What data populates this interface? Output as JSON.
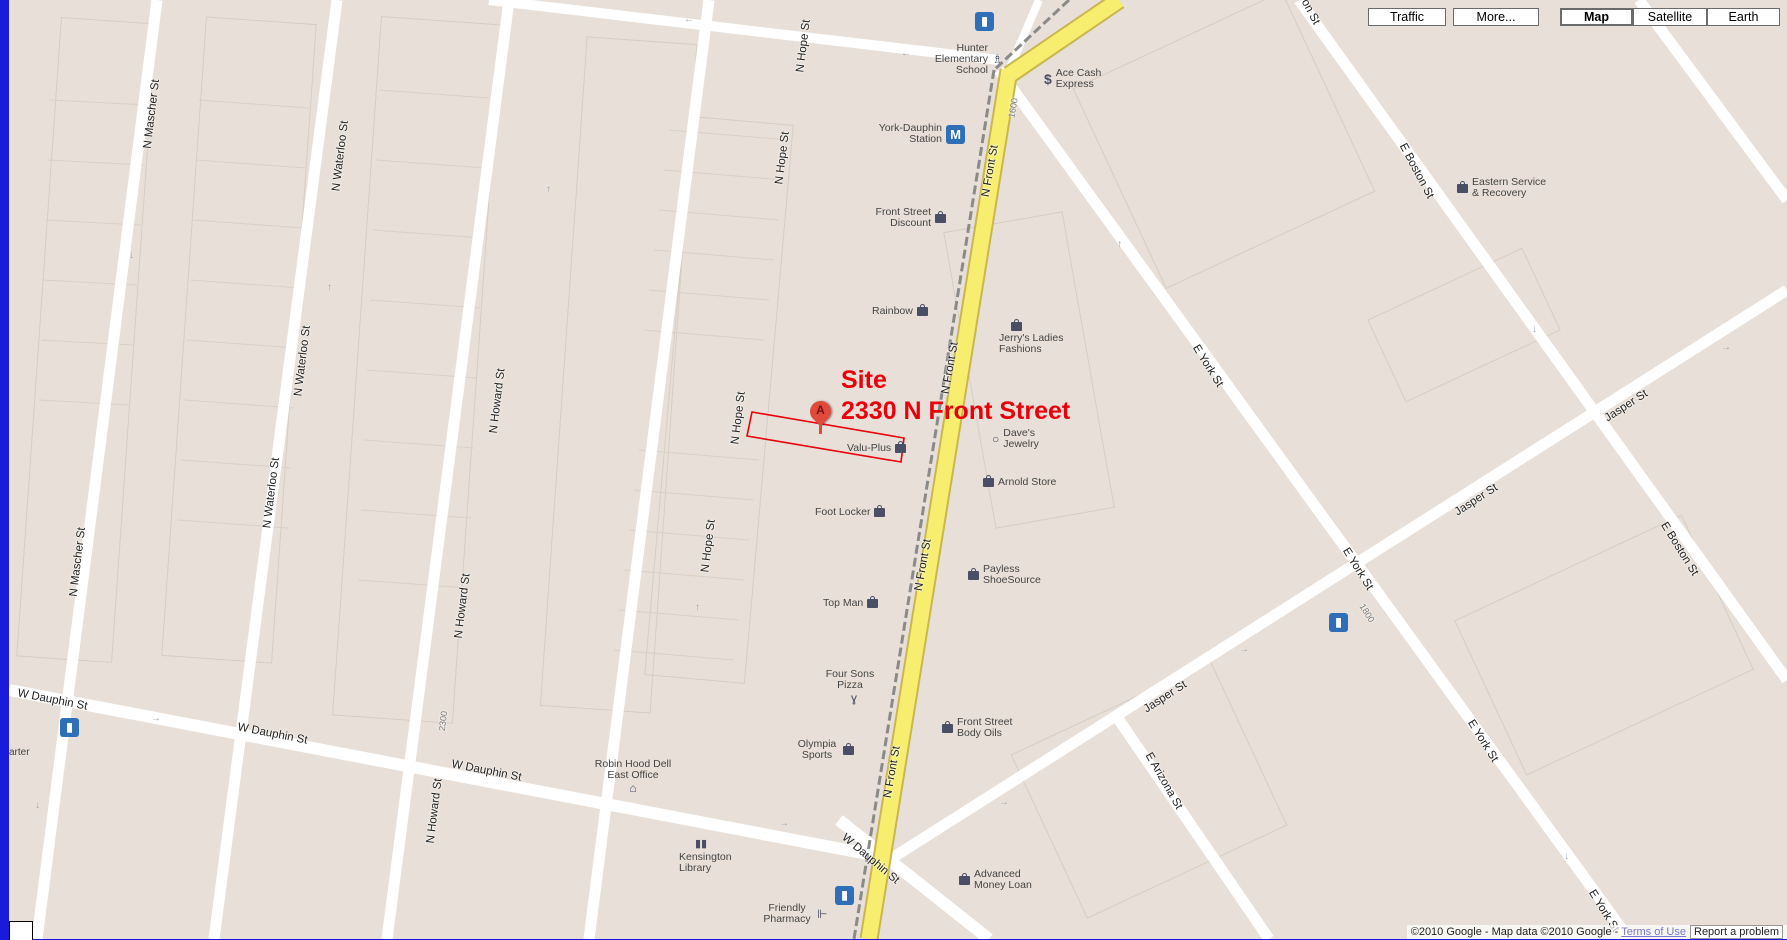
{
  "map_controls": {
    "traffic": "Traffic",
    "more": "More...",
    "map": "Map",
    "satellite": "Satellite",
    "earth": "Earth"
  },
  "site": {
    "line1": "Site",
    "line2": "2330 N Front Street",
    "marker": "A"
  },
  "streets": {
    "n_mascher_1": "N Mascher St",
    "n_mascher_2": "N Mascher St",
    "n_waterloo_1": "N Waterloo St",
    "n_waterloo_2": "N Waterloo St",
    "n_waterloo_3": "N Waterloo St",
    "n_howard_1": "N Howard St",
    "n_howard_2": "N Howard St",
    "n_howard_3": "N Howard St",
    "n_hope_1": "N Hope St",
    "n_hope_2": "N Hope St",
    "n_hope_3": "N Hope St",
    "n_hope_4": "N Hope St",
    "n_front_1": "N Front St",
    "n_front_2": "N Front St",
    "n_front_3": "N Front St",
    "n_front_4": "N Front St",
    "w_dauphin_1": "W Dauphin St",
    "w_dauphin_2": "W Dauphin St",
    "w_dauphin_3": "W Dauphin St",
    "w_dauphin_4": "W Dauphin St",
    "e_boston_1": "E Boston St",
    "e_boston_2": "E Boston St",
    "e_york_1": "E York St",
    "e_york_2": "E York St",
    "e_york_3": "E York St",
    "e_york_4": "E York St",
    "jasper_1": "Jasper St",
    "jasper_2": "Jasper St",
    "jasper_3": "Jasper St",
    "e_arizona": "E Arizona St",
    "on_st": "on St",
    "num_2300": "2300",
    "num_1800": "1800",
    "num_1600": "1600"
  },
  "pois": {
    "hunter": "Hunter Elementary School",
    "ace_cash": "Ace Cash Express",
    "york_dauphin": "York-Dauphin Station",
    "front_street_discount": "Front Street Discount",
    "eastern_service": "Eastern Service & Recovery",
    "rainbow": "Rainbow",
    "jerrys": "Jerry's Ladies Fashions",
    "valu_plus": "Valu-Plus",
    "daves": "Dave's Jewelry",
    "arnold": "Arnold Store",
    "foot_locker": "Foot Locker",
    "payless": "Payless ShoeSource",
    "top_man": "Top Man",
    "four_sons": "Four Sons Pizza",
    "front_street_body": "Front Street Body Oils",
    "olympia": "Olympia Sports",
    "robin_hood": "Robin Hood Dell East Office",
    "kensington": "Kensington Library",
    "advanced": "Advanced Money Loan",
    "friendly": "Friendly Pharmacy",
    "arter": "arter"
  },
  "footer": {
    "copyright": "©2010 Google - Map data ©2010 Google - ",
    "terms": "Terms of Use",
    "report": "Report a problem"
  },
  "colors": {
    "map_bg": "#e8e0d8",
    "road": "#ffffff",
    "highway": "#f7ee6f",
    "site": "#e8000a",
    "frame": "#1a1adb"
  }
}
